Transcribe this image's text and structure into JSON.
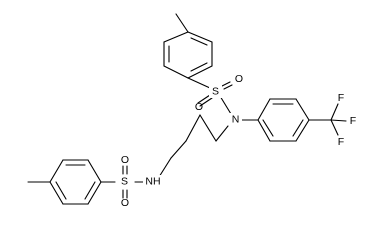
{
  "atoms": {
    "s_top": "S",
    "o_top_left": "O",
    "o_top_right": "O",
    "n_tertiary": "N",
    "s_bottom": "S",
    "o_bottom_top": "O",
    "o_bottom_bottom": "O",
    "nh": "NH",
    "f_top": "F",
    "f_right": "F",
    "f_bottom": "F"
  },
  "colors": {
    "bond": "#000000",
    "label": "#000000",
    "background": "#ffffff"
  }
}
